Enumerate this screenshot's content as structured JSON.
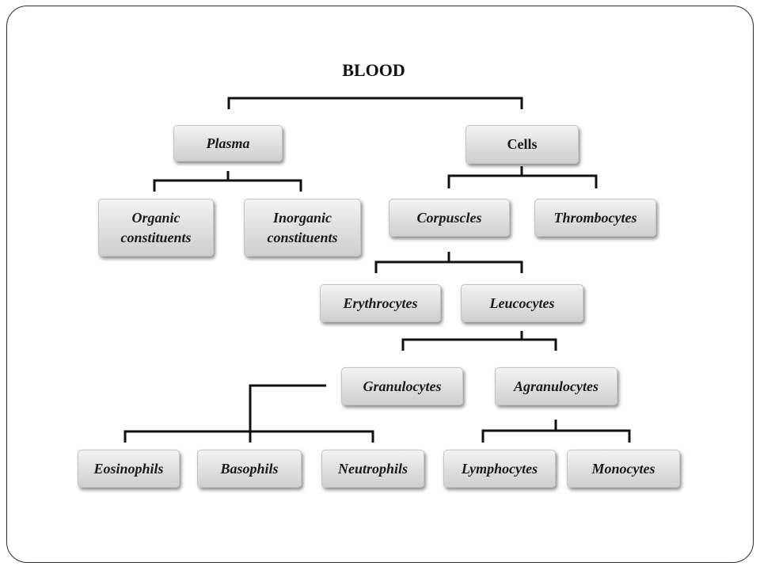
{
  "diagram": {
    "root": "BLOOD",
    "nodes": {
      "plasma": "Plasma",
      "cells": "Cells",
      "organic": "Organic constituents",
      "inorganic": "Inorganic constituents",
      "corpuscles": "Corpuscles",
      "thrombocytes": "Thrombocytes",
      "erythrocytes": "Erythrocytes",
      "leucocytes": "Leucocytes",
      "granulocytes": "Granulocytes",
      "agranulocytes": "Agranulocytes",
      "eosinophils": "Eosinophils",
      "basophils": "Basophils",
      "neutrophils": "Neutrophils",
      "lymphocytes": "Lymphocytes",
      "monocytes": "Monocytes"
    },
    "edges": [
      [
        "root",
        "plasma"
      ],
      [
        "root",
        "cells"
      ],
      [
        "plasma",
        "organic"
      ],
      [
        "plasma",
        "inorganic"
      ],
      [
        "cells",
        "corpuscles"
      ],
      [
        "cells",
        "thrombocytes"
      ],
      [
        "corpuscles",
        "erythrocytes"
      ],
      [
        "corpuscles",
        "leucocytes"
      ],
      [
        "leucocytes",
        "granulocytes"
      ],
      [
        "leucocytes",
        "agranulocytes"
      ],
      [
        "granulocytes",
        "eosinophils"
      ],
      [
        "granulocytes",
        "basophils"
      ],
      [
        "granulocytes",
        "neutrophils"
      ],
      [
        "agranulocytes",
        "lymphocytes"
      ],
      [
        "agranulocytes",
        "monocytes"
      ]
    ]
  }
}
